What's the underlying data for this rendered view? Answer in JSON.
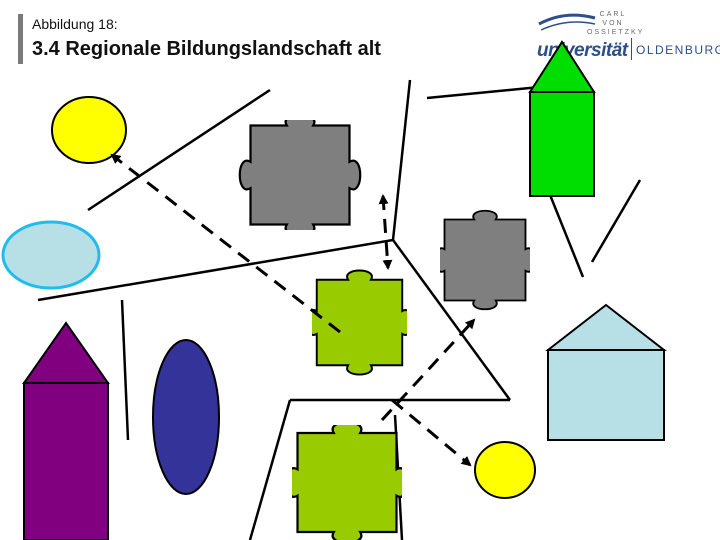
{
  "header": {
    "caption": "Abbildung 18:",
    "title": "3.4 Regionale Bildungslandschaft alt"
  },
  "logo": {
    "line1": "CARL",
    "line2": "VON",
    "line3": "OSSIETZKY",
    "wordmark": "universität",
    "city": "OLDENBURG",
    "color": "#2b4f8c"
  },
  "colors": {
    "yellow": "#ffff00",
    "light_blue": "#b7e0e6",
    "purple": "#800080",
    "dark_blue": "#333399",
    "green": "#00dd00",
    "grey": "#7f7f7f",
    "lime": "#99cc00"
  }
}
